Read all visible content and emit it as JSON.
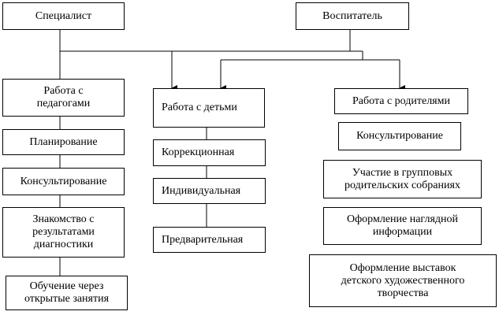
{
  "roles": {
    "specialist": "Специалист",
    "educator": "Воспитатель"
  },
  "columns": {
    "teachers": {
      "title": "Работа с\nпедагогами",
      "items": [
        "Планирование",
        "Консультирование",
        "Знакомство с\nрезультатами\nдиагностики",
        "Обучение через\nоткрытые занятия"
      ]
    },
    "children": {
      "title": "Работа с детьми",
      "items": [
        "Коррекционная",
        "Индивидуальная",
        "Предварительная"
      ]
    },
    "parents": {
      "title": "Работа с родителями",
      "items": [
        "Консультирование",
        "Участие в групповых\nродительских собраниях",
        "Оформление наглядной\nинформации",
        "Оформление выставок\nдетского художественного\nтворчества"
      ]
    }
  }
}
